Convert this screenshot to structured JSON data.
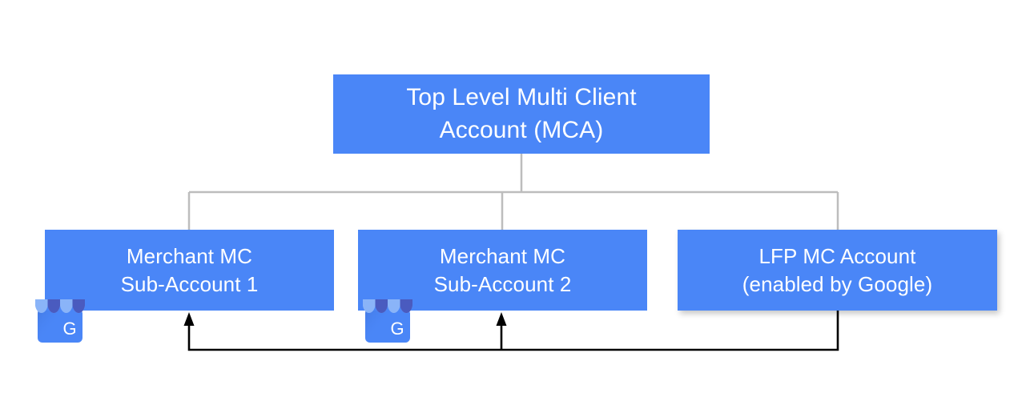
{
  "diagram": {
    "title_visible": false,
    "background_color": "#ffffff",
    "node_fill_color": "#4A86F7",
    "node_text_color": "#ffffff",
    "connector_color": "#BDBDBD",
    "flow_arrow_color": "#000000",
    "nodes": [
      {
        "id": "mca",
        "label": "Top Level Multi Client\nAccount (MCA)",
        "line1": "Top Level Multi Client",
        "line2": "Account (MCA)"
      },
      {
        "id": "sub1",
        "label": "Merchant MC\nSub-Account 1",
        "line1": "Merchant MC",
        "line2": "Sub-Account 1"
      },
      {
        "id": "sub2",
        "label": "Merchant MC\nSub-Account 2",
        "line1": "Merchant MC",
        "line2": "Sub-Account 2"
      },
      {
        "id": "lfp",
        "label": "LFP MC Account\n(enabled by Google)",
        "line1": "LFP MC Account",
        "line2": "(enabled by Google)"
      }
    ],
    "icons": [
      {
        "id": "gbp-1",
        "name": "google-business-profile-icon",
        "letter": "G"
      },
      {
        "id": "gbp-2",
        "name": "google-business-profile-icon",
        "letter": "G"
      }
    ],
    "icon_colors": {
      "awning_light": "#8AB4F8",
      "awning_dark": "#4A5BBF",
      "body": "#4A86F7",
      "letter": "#FFFFFF"
    },
    "edges": [
      {
        "from": "mca",
        "to": "sub1",
        "style": "elbow",
        "color": "#BDBDBD"
      },
      {
        "from": "mca",
        "to": "sub2",
        "style": "elbow",
        "color": "#BDBDBD"
      },
      {
        "from": "mca",
        "to": "lfp",
        "style": "elbow",
        "color": "#BDBDBD"
      },
      {
        "from": "lfp",
        "to": "sub1",
        "style": "arrow",
        "color": "#000000"
      },
      {
        "from": "lfp",
        "to": "sub2",
        "style": "arrow",
        "color": "#000000"
      }
    ]
  }
}
